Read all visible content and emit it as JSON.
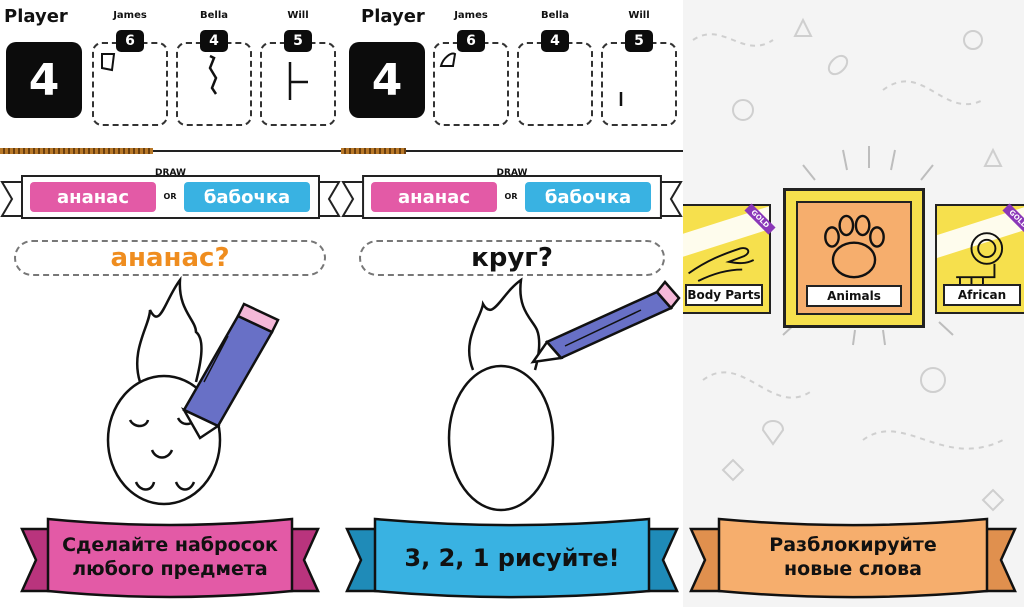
{
  "panels": [
    {
      "self": {
        "label": "Player",
        "score": "4"
      },
      "opponents": [
        {
          "name": "James",
          "score": "6"
        },
        {
          "name": "Bella",
          "score": "4"
        },
        {
          "name": "Will",
          "score": "5"
        }
      ],
      "progress": 0.45,
      "draw_title": "DRAW",
      "word_options": [
        "ананас",
        "бабочка"
      ],
      "or_label": "OR",
      "guess": "ананас?",
      "banner": [
        "Сделайте набросок",
        "любого предмета"
      ],
      "banner_color": "#e35aa6"
    },
    {
      "self": {
        "label": "Player",
        "score": "4"
      },
      "opponents": [
        {
          "name": "James",
          "score": "6"
        },
        {
          "name": "Bella",
          "score": "4"
        },
        {
          "name": "Will",
          "score": "5"
        }
      ],
      "progress": 0.19,
      "draw_title": "DRAW",
      "word_options": [
        "ананас",
        "бабочка"
      ],
      "or_label": "OR",
      "guess": "круг?",
      "banner": [
        "3, 2, 1 рисуйте!"
      ],
      "banner_color": "#39b2e2"
    },
    {
      "categories": [
        {
          "label": "Body Parts",
          "badge": "GOLD"
        },
        {
          "label": "Animals"
        },
        {
          "label": "African",
          "badge": "GOLD"
        }
      ],
      "banner": [
        "Разблокируйте",
        "новые слова"
      ],
      "banner_color": "#f6ae6d"
    }
  ],
  "colors": {
    "pink": "#e35aa6",
    "blue": "#39b2e2",
    "orange_text": "#ef8d1f",
    "gold": "#f6e04d",
    "card_orange": "#f6ae6d",
    "pencil": "#6870c6",
    "eraser": "#f4b8d8"
  }
}
